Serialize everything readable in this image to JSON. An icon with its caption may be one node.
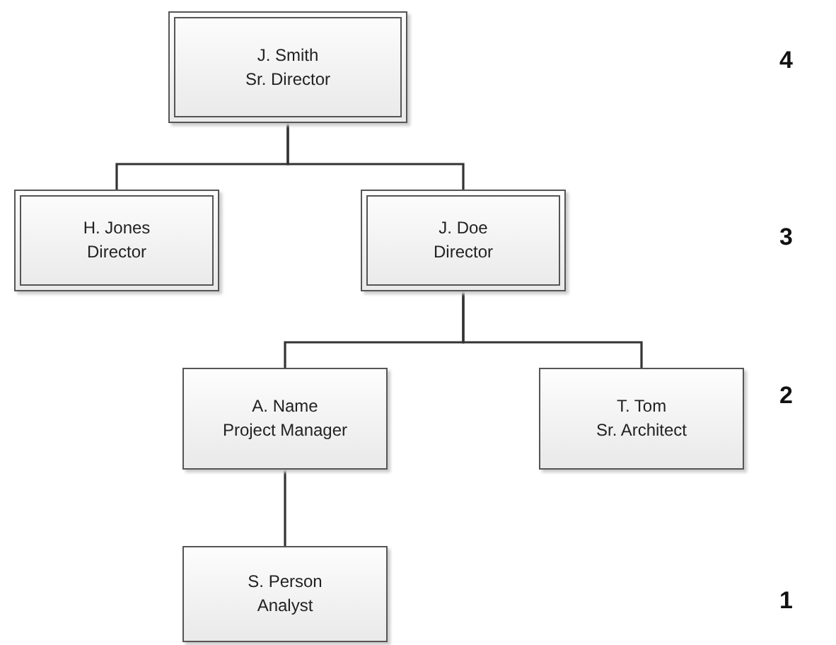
{
  "diagram": {
    "nodes": [
      {
        "text": [
          "J. Smith",
          "Sr. Director"
        ]
      },
      {
        "text": [
          "H. Jones",
          "Director"
        ]
      },
      {
        "text": [
          "J. Doe",
          "Director"
        ]
      },
      {
        "text": [
          "A. Name",
          "Project Manager"
        ]
      },
      {
        "text": [
          "T. Tom",
          "Sr. Architect"
        ]
      },
      {
        "text": [
          "S. Person",
          "Analyst"
        ]
      }
    ],
    "edges": [
      {
        "from": 0,
        "to": 1,
        "arrow": "none"
      },
      {
        "from": 0,
        "to": 2,
        "arrow": "none"
      },
      {
        "from": 2,
        "to": 3,
        "arrow": "none"
      },
      {
        "from": 2,
        "to": 4,
        "arrow": "none"
      },
      {
        "from": 3,
        "to": 5,
        "arrow": "none"
      }
    ],
    "labels": [
      "4",
      "3",
      "2",
      "1"
    ]
  }
}
